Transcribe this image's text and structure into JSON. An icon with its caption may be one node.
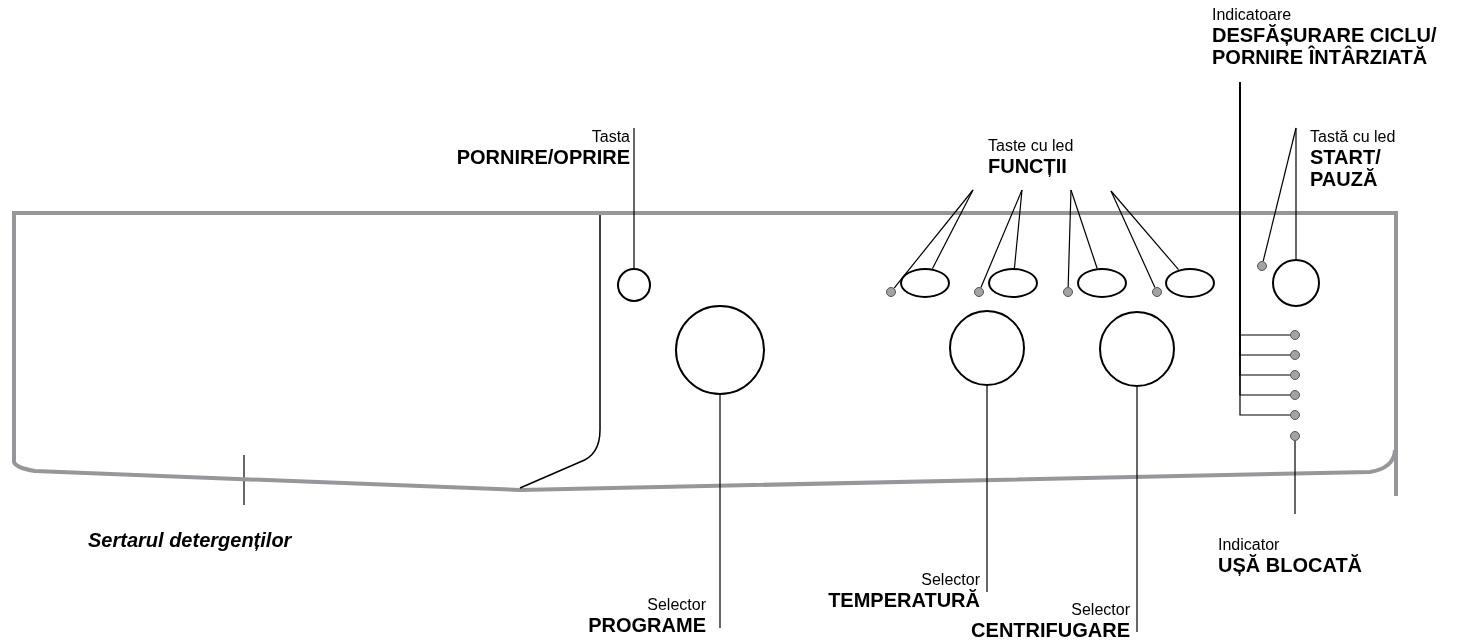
{
  "diagram": {
    "nodes": [
      {
        "text": [
          "Tasta",
          "PORNIRE/OPRIRE"
        ]
      },
      {
        "text": [
          "Taste cu led",
          "FUNCȚII"
        ]
      },
      {
        "text": [
          "Indicatoare",
          "DESFĂȘURARE CICLU/ PORNIRE ÎNTÂRZIATĂ"
        ]
      },
      {
        "text": [
          "Tastă cu led",
          "START/ PAUZĂ"
        ]
      },
      {
        "text": [
          "Sertarul detergenților"
        ]
      },
      {
        "text": [
          "Selector",
          "PROGRAME"
        ]
      },
      {
        "text": [
          "Selector",
          "TEMPERATURĂ"
        ]
      },
      {
        "text": [
          "Selector",
          "CENTRIFUGARE"
        ]
      },
      {
        "text": [
          "Indicator",
          "UȘĂ BLOCATĂ"
        ]
      },
      {
        "text": [],
        "shape": "box"
      },
      {
        "text": [],
        "shape": "circle"
      },
      {
        "text": [],
        "shape": "dot"
      },
      {
        "text": [],
        "shape": "oval"
      },
      {
        "text": [],
        "shape": "dot"
      },
      {
        "text": [],
        "shape": "oval"
      },
      {
        "text": [],
        "shape": "dot"
      },
      {
        "text": [],
        "shape": "oval"
      },
      {
        "text": [],
        "shape": "dot"
      },
      {
        "text": [],
        "shape": "oval"
      },
      {
        "text": [],
        "shape": "dot"
      },
      {
        "text": [],
        "shape": "circle"
      },
      {
        "text": [],
        "shape": "circle"
      },
      {
        "text": [],
        "shape": "circle"
      },
      {
        "text": [],
        "shape": "circle"
      },
      {
        "text": [],
        "shape": "dot"
      },
      {
        "text": [],
        "shape": "dot"
      },
      {
        "text": [],
        "shape": "dot"
      },
      {
        "text": [],
        "shape": "dot"
      },
      {
        "text": [],
        "shape": "dot"
      },
      {
        "text": [],
        "shape": "dot"
      }
    ],
    "edges": [
      {
        "from": 0,
        "to": 10,
        "arrow": "none"
      },
      {
        "from": 1,
        "to": 11,
        "arrow": "none"
      },
      {
        "from": 1,
        "to": 12,
        "arrow": "none"
      },
      {
        "from": 1,
        "to": 13,
        "arrow": "none"
      },
      {
        "from": 1,
        "to": 14,
        "arrow": "none"
      },
      {
        "from": 1,
        "to": 15,
        "arrow": "none"
      },
      {
        "from": 1,
        "to": 16,
        "arrow": "none"
      },
      {
        "from": 1,
        "to": 17,
        "arrow": "none"
      },
      {
        "from": 1,
        "to": 18,
        "arrow": "none"
      },
      {
        "from": 3,
        "to": 19,
        "arrow": "none"
      },
      {
        "from": 3,
        "to": 20,
        "arrow": "none"
      },
      {
        "from": 2,
        "to": 24,
        "arrow": "none"
      },
      {
        "from": 2,
        "to": 25,
        "arrow": "none"
      },
      {
        "from": 2,
        "to": 26,
        "arrow": "none"
      },
      {
        "from": 2,
        "to": 27,
        "arrow": "none"
      },
      {
        "from": 2,
        "to": 28,
        "arrow": "none"
      },
      {
        "from": 4,
        "to": 9,
        "arrow": "none"
      },
      {
        "from": 5,
        "to": 21,
        "arrow": "none"
      },
      {
        "from": 6,
        "to": 22,
        "arrow": "none"
      },
      {
        "from": 7,
        "to": 23,
        "arrow": "none"
      },
      {
        "from": 8,
        "to": 29,
        "arrow": "none"
      }
    ]
  }
}
